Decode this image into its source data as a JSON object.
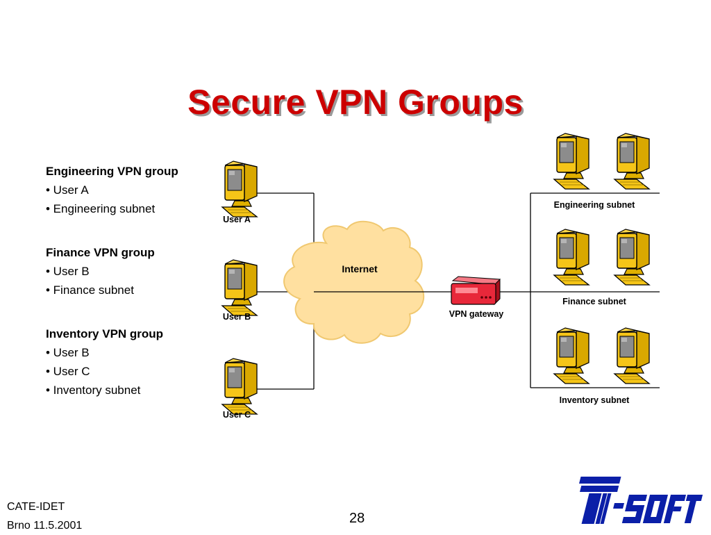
{
  "slide": {
    "title": "Secure VPN Groups",
    "page_number": "28",
    "footer": {
      "line1": "CATE-IDET",
      "line2": "Brno 11.5.2001"
    },
    "logo_text": "T-SOFT"
  },
  "groups": [
    {
      "name": "Engineering VPN group",
      "items": [
        "• User A",
        "• Engineering subnet"
      ]
    },
    {
      "name": "Finance VPN group",
      "items": [
        "• User B",
        "• Finance subnet"
      ]
    },
    {
      "name": "Inventory VPN group",
      "items": [
        "• User B",
        "• User C",
        "• Inventory subnet"
      ]
    }
  ],
  "diagram": {
    "users": [
      "User A",
      "User B",
      "User C"
    ],
    "cloud_label": "Internet",
    "gateway_label": "VPN gateway",
    "subnets": [
      "Engineering subnet",
      "Finance subnet",
      "Inventory subnet"
    ]
  },
  "colors": {
    "title": "#cc0000",
    "monitor": "#f5c518",
    "cloud": "#ffe0a0",
    "gateway": "#e8283a",
    "logo": "#0b1fa8"
  }
}
